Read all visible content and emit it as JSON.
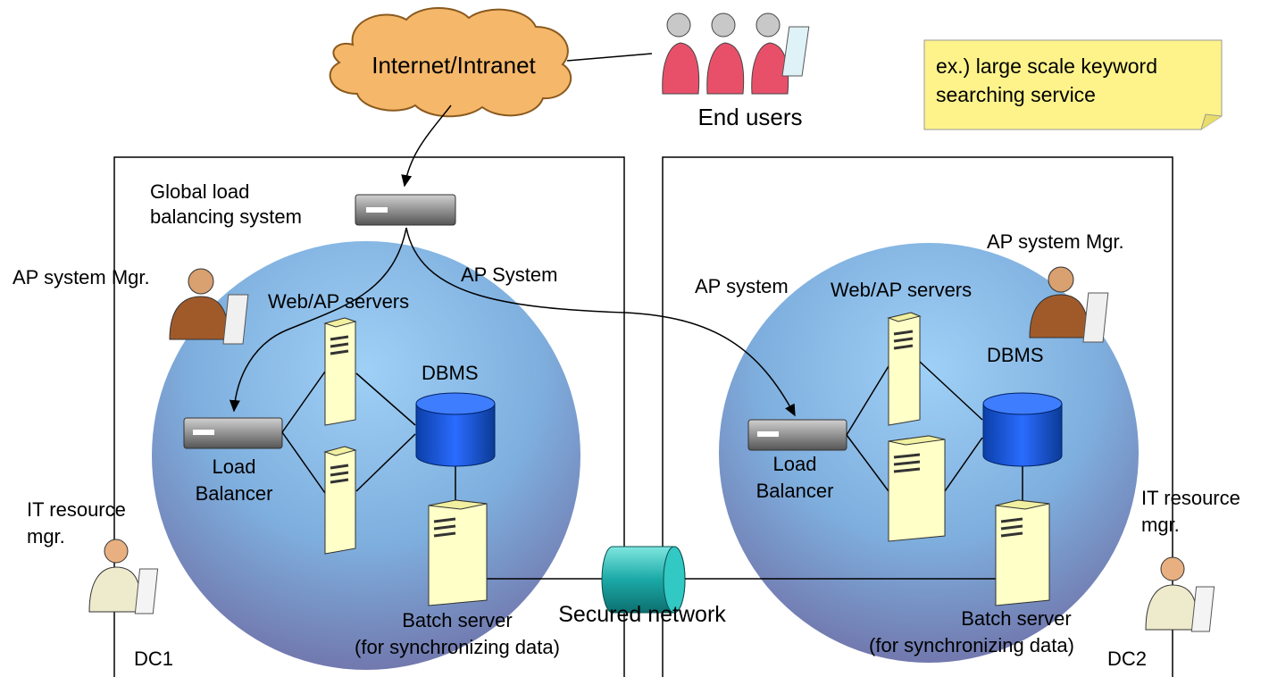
{
  "cloud_label": "Internet/Intranet",
  "end_users_label": "End users",
  "note": {
    "line1": "ex.) large scale keyword",
    "line2": "searching service"
  },
  "glb": {
    "line1": "Global load",
    "line2": "balancing system"
  },
  "dc1": {
    "ap_mgr": "AP system Mgr.",
    "ap_system": "AP System",
    "web_ap_servers": "Web/AP servers",
    "dbms": "DBMS",
    "lb_line1": "Load",
    "lb_line2": "Balancer",
    "it_mgr_line1": "IT resource",
    "it_mgr_line2": "mgr.",
    "batch_line1": "Batch server",
    "batch_line2": "(for synchronizing data)",
    "dc_label": "DC1"
  },
  "dc2": {
    "ap_mgr": "AP system Mgr.",
    "ap_system": "AP system",
    "web_ap_servers": "Web/AP servers",
    "dbms": "DBMS",
    "lb_line1": "Load",
    "lb_line2": "Balancer",
    "it_mgr_line1": "IT resource",
    "it_mgr_line2": "mgr.",
    "batch_line1": "Batch server",
    "batch_line2": "(for synchronizing data)",
    "dc_label": "DC2"
  },
  "secured_network": "Secured network",
  "colors": {
    "cloud_fill": "#f5b76a",
    "cloud_stroke": "#8a5a1e",
    "circle_top": "#8ec3ee",
    "circle_bottom": "#7d7fb3",
    "server_fill": "#ffffc8",
    "db_fill": "#1456c8",
    "note_fill": "#fdf38a",
    "pipe_fill": "#1fb3b0"
  }
}
